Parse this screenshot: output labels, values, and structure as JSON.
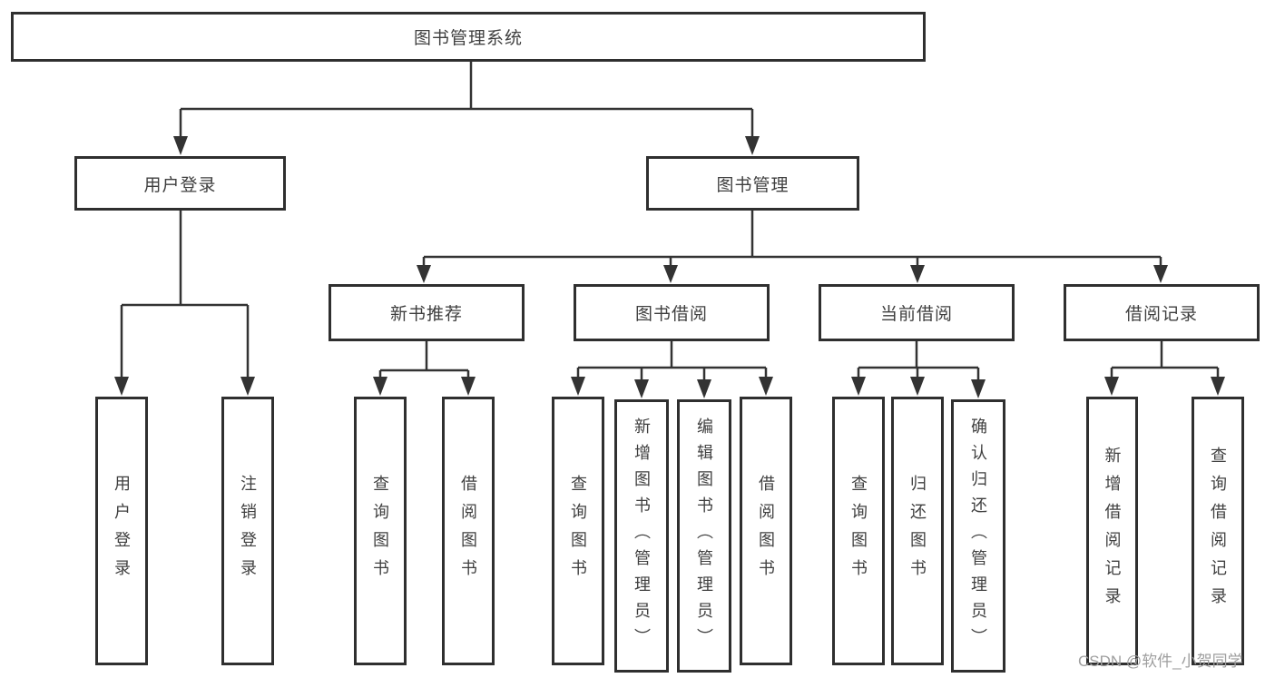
{
  "tree": {
    "root": "图书管理系统",
    "branches": [
      {
        "label": "用户登录",
        "leaves": [
          "用户登录",
          "注销登录"
        ]
      },
      {
        "label": "图书管理",
        "sections": [
          {
            "label": "新书推荐",
            "leaves": [
              "查询图书",
              "借阅图书"
            ]
          },
          {
            "label": "图书借阅",
            "leaves": [
              "查询图书",
              "新增图书（管理员）",
              "编辑图书（管理员）",
              "借阅图书"
            ]
          },
          {
            "label": "当前借阅",
            "leaves": [
              "查询图书",
              "归还图书",
              "确认归还（管理员）"
            ]
          },
          {
            "label": "借阅记录",
            "leaves": [
              "新增借阅记录",
              "查询借阅记录"
            ]
          }
        ]
      }
    ]
  },
  "watermark": "CSDN @软件_小贺同学",
  "colors": {
    "line": "#333333",
    "box_border": "#2f2f2f",
    "text": "#3f3f3f",
    "watermark": "#9e9e9e",
    "background": "#ffffff"
  }
}
